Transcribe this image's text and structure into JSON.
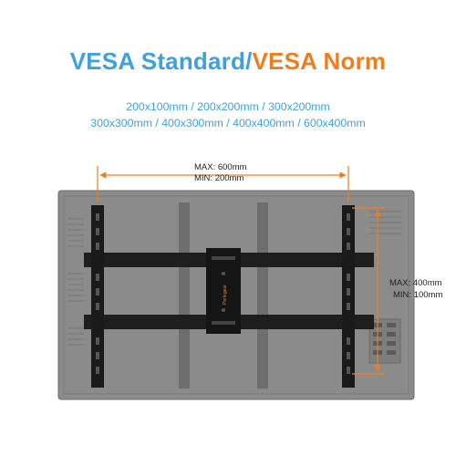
{
  "header": {
    "title_part1": "VESA Standard/",
    "title_part2": "VESA Norm"
  },
  "vesa_sizes": {
    "line1": "200x100mm / 200x200mm  / 300x200mm",
    "line2": "300x300mm / 400x300mm / 400x400mm / 600x400mm"
  },
  "width_dimension": {
    "max": "MAX: 600mm",
    "min": "MIN: 200mm"
  },
  "height_dimension": {
    "max": "MAX: 400mm",
    "min": "MIN: 100mm"
  },
  "bracket_logo": "Perlegear",
  "colors": {
    "title_blue": "#3ea1dd",
    "title_orange": "#f07d1c",
    "tv_gray": "#8c8c8c",
    "bracket_black": "#1a1a1a",
    "dimension_orange": "#f07d1c"
  }
}
